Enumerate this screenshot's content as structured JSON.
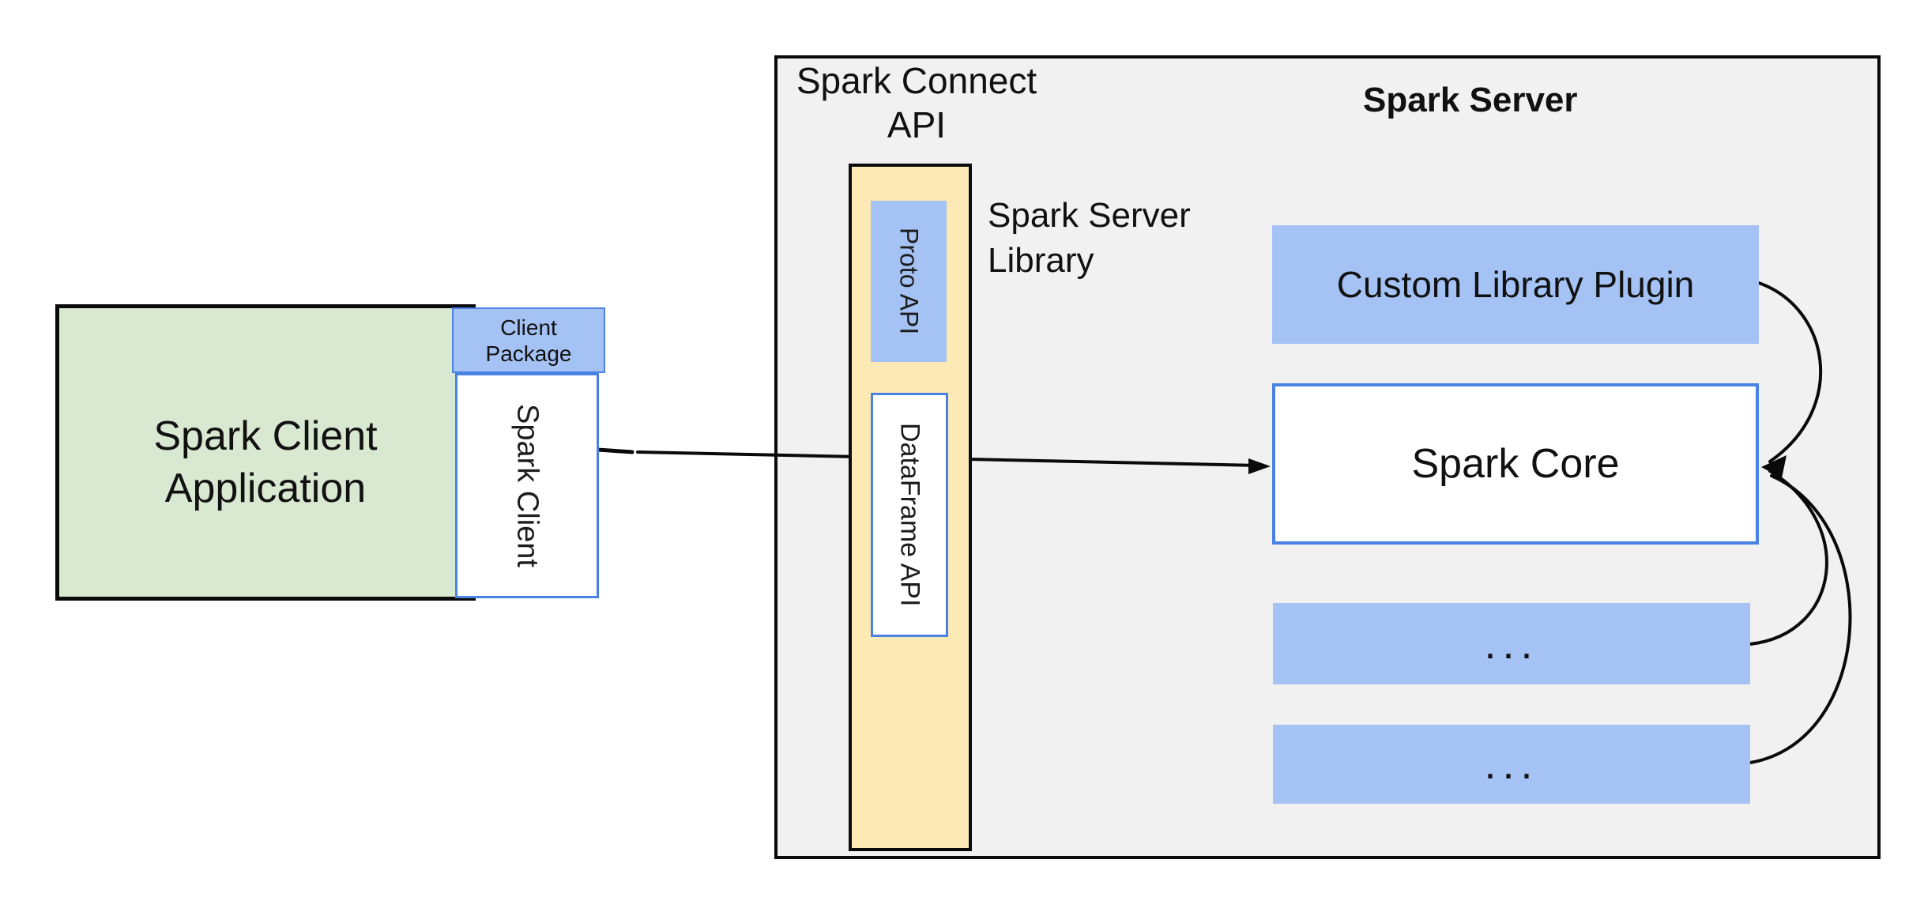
{
  "colors": {
    "green_fill": "#d9e8d1",
    "blue_fill": "#a4c2f4",
    "blue_border": "#4a82e4",
    "yellow_fill": "#fce9b5",
    "gray_fill": "#f1f1f2",
    "line": "#0a0a0a",
    "text": "#111111"
  },
  "client": {
    "app_line1": "Spark Client",
    "app_line2": "Application",
    "package_line1": "Client",
    "package_line2": "Package",
    "client_label": "Spark Client"
  },
  "connect": {
    "title_line1": "Spark Connect",
    "title_line2": "API",
    "proto_label": "Proto API",
    "dataframe_label": "DataFrame API",
    "library_line1": "Spark Server",
    "library_line2": "Library"
  },
  "server": {
    "title": "Spark Server",
    "plugin_label": "Custom Library Plugin",
    "core_label": "Spark Core",
    "more_label_1": "...",
    "more_label_2": "..."
  }
}
